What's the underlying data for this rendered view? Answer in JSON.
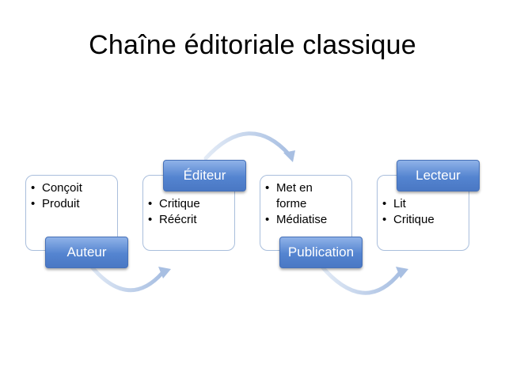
{
  "title": "Chaîne éditoriale classique",
  "steps": [
    {
      "label": "Auteur",
      "items": [
        "Conçoit",
        "Produit"
      ]
    },
    {
      "label": "Éditeur",
      "items": [
        "Critique",
        "Réécrit"
      ]
    },
    {
      "label": "Publication",
      "items": [
        "Met en forme",
        "Médiatise"
      ]
    },
    {
      "label": "Lecteur",
      "items": [
        "Lit",
        "Critique"
      ]
    }
  ],
  "colors": {
    "pill": "#5484d0",
    "box_border": "#a9bedc",
    "arrow": "#b9cbe6"
  }
}
